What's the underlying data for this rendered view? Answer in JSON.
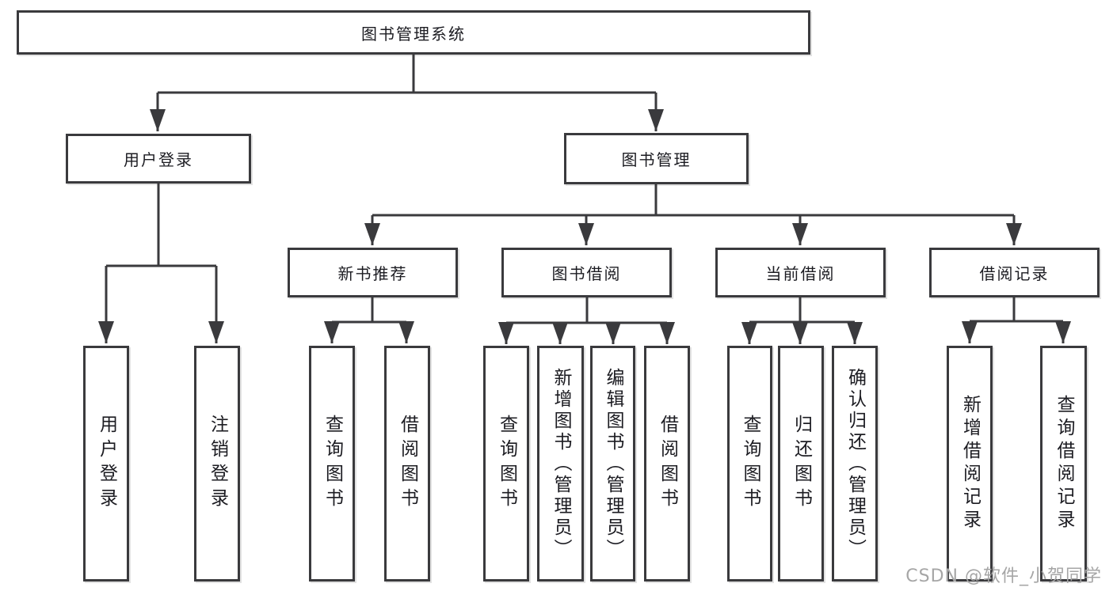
{
  "tree": {
    "label": "图书管理系统",
    "children": [
      {
        "label": "用户登录",
        "children": [
          {
            "label": "用户登录"
          },
          {
            "label": "注销登录"
          }
        ]
      },
      {
        "label": "图书管理",
        "children": [
          {
            "label": "新书推荐",
            "children": [
              {
                "label": "查询图书"
              },
              {
                "label": "借阅图书"
              }
            ]
          },
          {
            "label": "图书借阅",
            "children": [
              {
                "label": "查询图书"
              },
              {
                "label": "新增图书（管理员）"
              },
              {
                "label": "编辑图书（管理员）"
              },
              {
                "label": "借阅图书"
              }
            ]
          },
          {
            "label": "当前借阅",
            "children": [
              {
                "label": "查询图书"
              },
              {
                "label": "归还图书"
              },
              {
                "label": "确认归还（管理员）"
              }
            ]
          },
          {
            "label": "借阅记录",
            "children": [
              {
                "label": "新增借阅记录"
              },
              {
                "label": "查询借阅记录"
              }
            ]
          }
        ]
      }
    ]
  },
  "watermark": "CSDN @软件_小贺同学",
  "colors": {
    "line": "#3a3a3d",
    "text": "#1c1c22",
    "watermark": "#a6a6a6",
    "background": "#ffffff"
  }
}
